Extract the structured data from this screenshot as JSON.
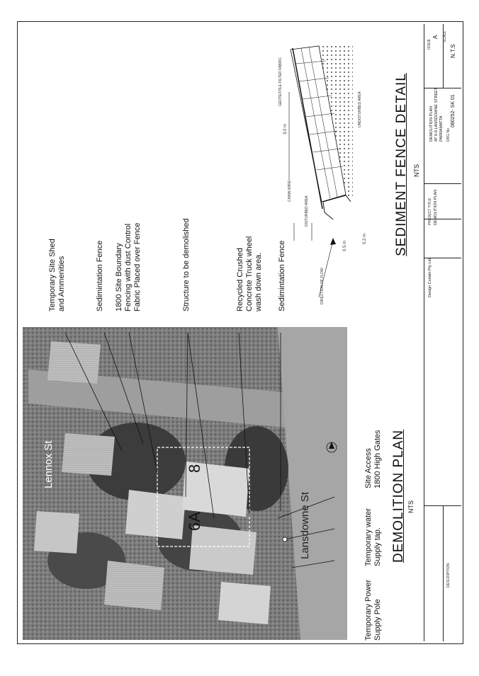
{
  "streets": {
    "lennox": "Lennox St",
    "lansdowne": "Lansdowne St"
  },
  "lots": {
    "a": "6A",
    "b": "8"
  },
  "callouts": [
    "Temporary Site Shed\nand Ammenities",
    "Sedimintation Fence",
    "1800 Site Boundary\nFencing with dust Control\nFabric Placed over Fence",
    "Structure to be demolished",
    "Recycled Crushed\nConcrete Truck wheel\nwash down area.",
    "Sedimintation Fence",
    "Site Access\n1800 High Gates",
    "Temporary water\nSupply tap.",
    "Temporary Power\nSupply Pole"
  ],
  "demolition": {
    "title": "DEMOLITION PLAN",
    "scale": "NTS"
  },
  "fence_detail": {
    "title": "SEDIMENT FENCE DETAIL",
    "scale": "NTS",
    "labels": {
      "geotextile": "GEOTEXTILE FILTER FABRIC",
      "undisturbed": "UNDISTURBED AREA",
      "height": "3.0 m",
      "chain_wire": "CHAIN WIRE",
      "disturbed": "DISTURBED AREA",
      "flow": "DIRECTION OF FLOW",
      "d1": "0.5 m",
      "d2": "0.2 m"
    }
  },
  "title_block": {
    "company": "Design Curtain Pty Ltd",
    "project_label": "PROJECT TITLE",
    "project": "DEMOLITION PLAN",
    "drawing_title": "DEMOLITION PLAN\nAT 6-8 LANSDOWNE STREET\nPARRAMATTA",
    "drawing_no_label": "DRG No",
    "drawing_no": "080252- SK 01",
    "scale_label": "SCALE",
    "scale": "N.T.S",
    "rev_label": "ISSUE",
    "rev": "A",
    "revision_header": "DESCRIPTION"
  },
  "colors": {
    "ink": "#111111",
    "photo": "#8a8a8a"
  }
}
